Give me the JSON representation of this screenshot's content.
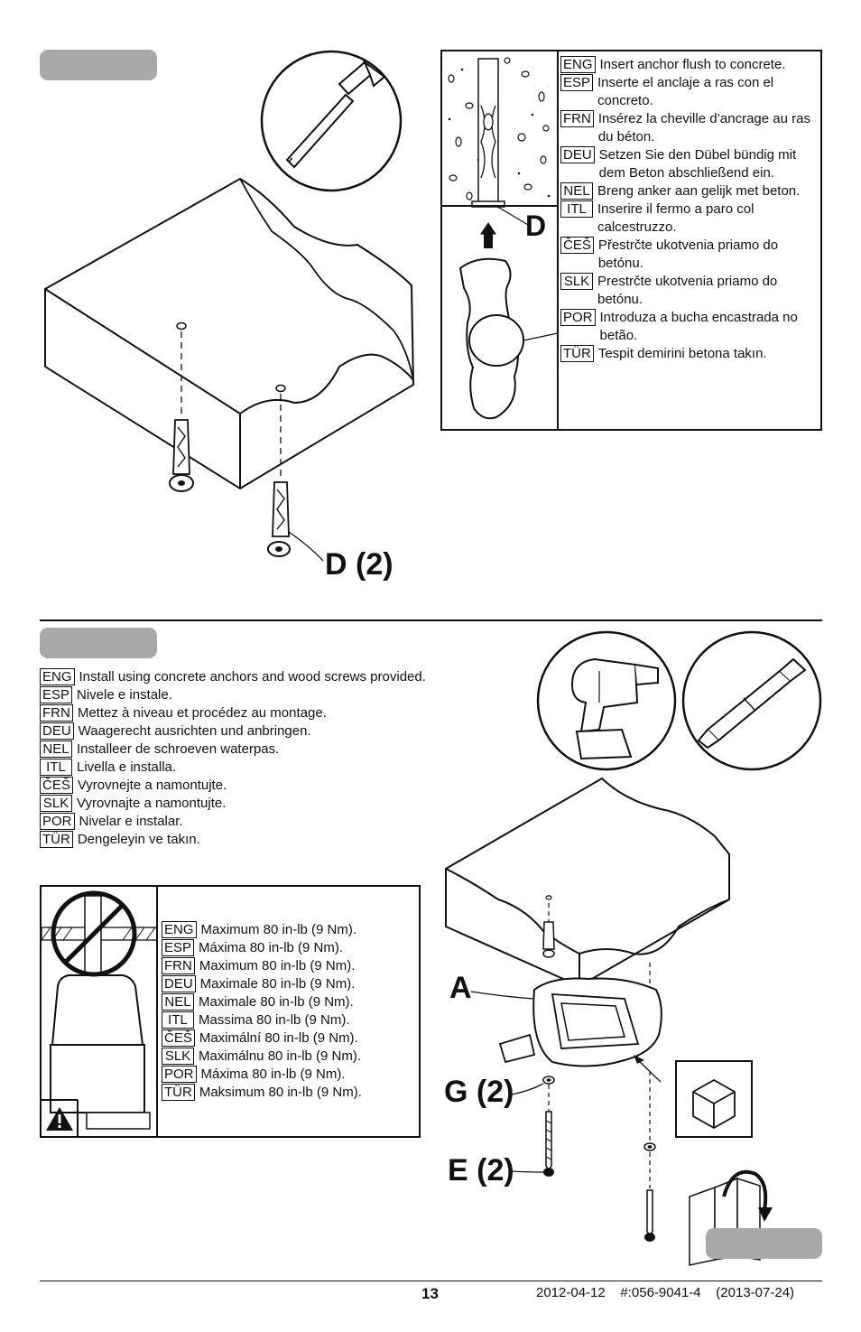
{
  "step_top": {
    "callout_label": "D (2)",
    "detail_label": "D",
    "instructions": [
      {
        "code": "ENG",
        "text": "Insert anchor flush to concrete."
      },
      {
        "code": "ESP",
        "text": "Inserte el anclaje a ras con el concreto."
      },
      {
        "code": "FRN",
        "text": "Insérez la cheville d’ancrage au ras du béton."
      },
      {
        "code": "DEU",
        "text": "Setzen Sie den Dübel bündig mit dem Beton abschließend ein."
      },
      {
        "code": "NEL",
        "text": "Breng anker aan gelijk met beton."
      },
      {
        "code": "ITL",
        "text": "Inserire il fermo a paro col calcestruzzo."
      },
      {
        "code": "ČEŠ",
        "text": "Přestrčte ukotvenia priamo do betónu."
      },
      {
        "code": "SLK",
        "text": "Prestrčte ukotvenia priamo do betónu."
      },
      {
        "code": "POR",
        "text": "Introduza a bucha encastrada no betão."
      },
      {
        "code": "TÜR",
        "text": "Tespit demirini betona takın."
      }
    ]
  },
  "step_bottom": {
    "instructions": [
      {
        "code": "ENG",
        "text": "Install using concrete anchors and wood screws provided."
      },
      {
        "code": "ESP",
        "text": "Nivele e instale."
      },
      {
        "code": "FRN",
        "text": "Mettez à niveau et procédez au montage."
      },
      {
        "code": "DEU",
        "text": "Waagerecht ausrichten und anbringen."
      },
      {
        "code": "NEL",
        "text": "Installeer de schroeven waterpas."
      },
      {
        "code": "ITL",
        "text": "Livella e installa."
      },
      {
        "code": "ČEŠ",
        "text": "Vyrovnejte a namontujte."
      },
      {
        "code": "SLK",
        "text": "Vyrovnajte a namontujte."
      },
      {
        "code": "POR",
        "text": "Nivelar e instalar."
      },
      {
        "code": "TÜR",
        "text": "Dengeleyin ve takın."
      }
    ],
    "warning": [
      {
        "code": "ENG",
        "text": "Maximum 80 in-lb (9 Nm)."
      },
      {
        "code": "ESP",
        "text": "Máxima 80 in-lb (9 Nm)."
      },
      {
        "code": "FRN",
        "text": "Maximum 80 in-lb (9 Nm)."
      },
      {
        "code": "DEU",
        "text": "Maximale 80 in-lb (9 Nm)."
      },
      {
        "code": "NEL",
        "text": "Maximale 80 in-lb (9 Nm)."
      },
      {
        "code": "ITL",
        "text": "Massima 80 in-lb (9 Nm)."
      },
      {
        "code": "ČEŠ",
        "text": "Maximální 80 in-lb (9 Nm)."
      },
      {
        "code": "SLK",
        "text": "Maximálnu 80 in-lb (9 Nm)."
      },
      {
        "code": "POR",
        "text": "Máxima 80 in-lb (9 Nm)."
      },
      {
        "code": "TÜR",
        "text": "Maksimum 80 in-lb (9 Nm)."
      }
    ],
    "label_a": "A",
    "label_g": "G (2)",
    "label_e": "E (2)"
  },
  "footer": {
    "page_number": "13",
    "doc_info": "2012-04-12    #:056-9041-4    (2013-07-24)"
  },
  "colors": {
    "pill": "#a9a9a9",
    "ink": "#111111"
  }
}
